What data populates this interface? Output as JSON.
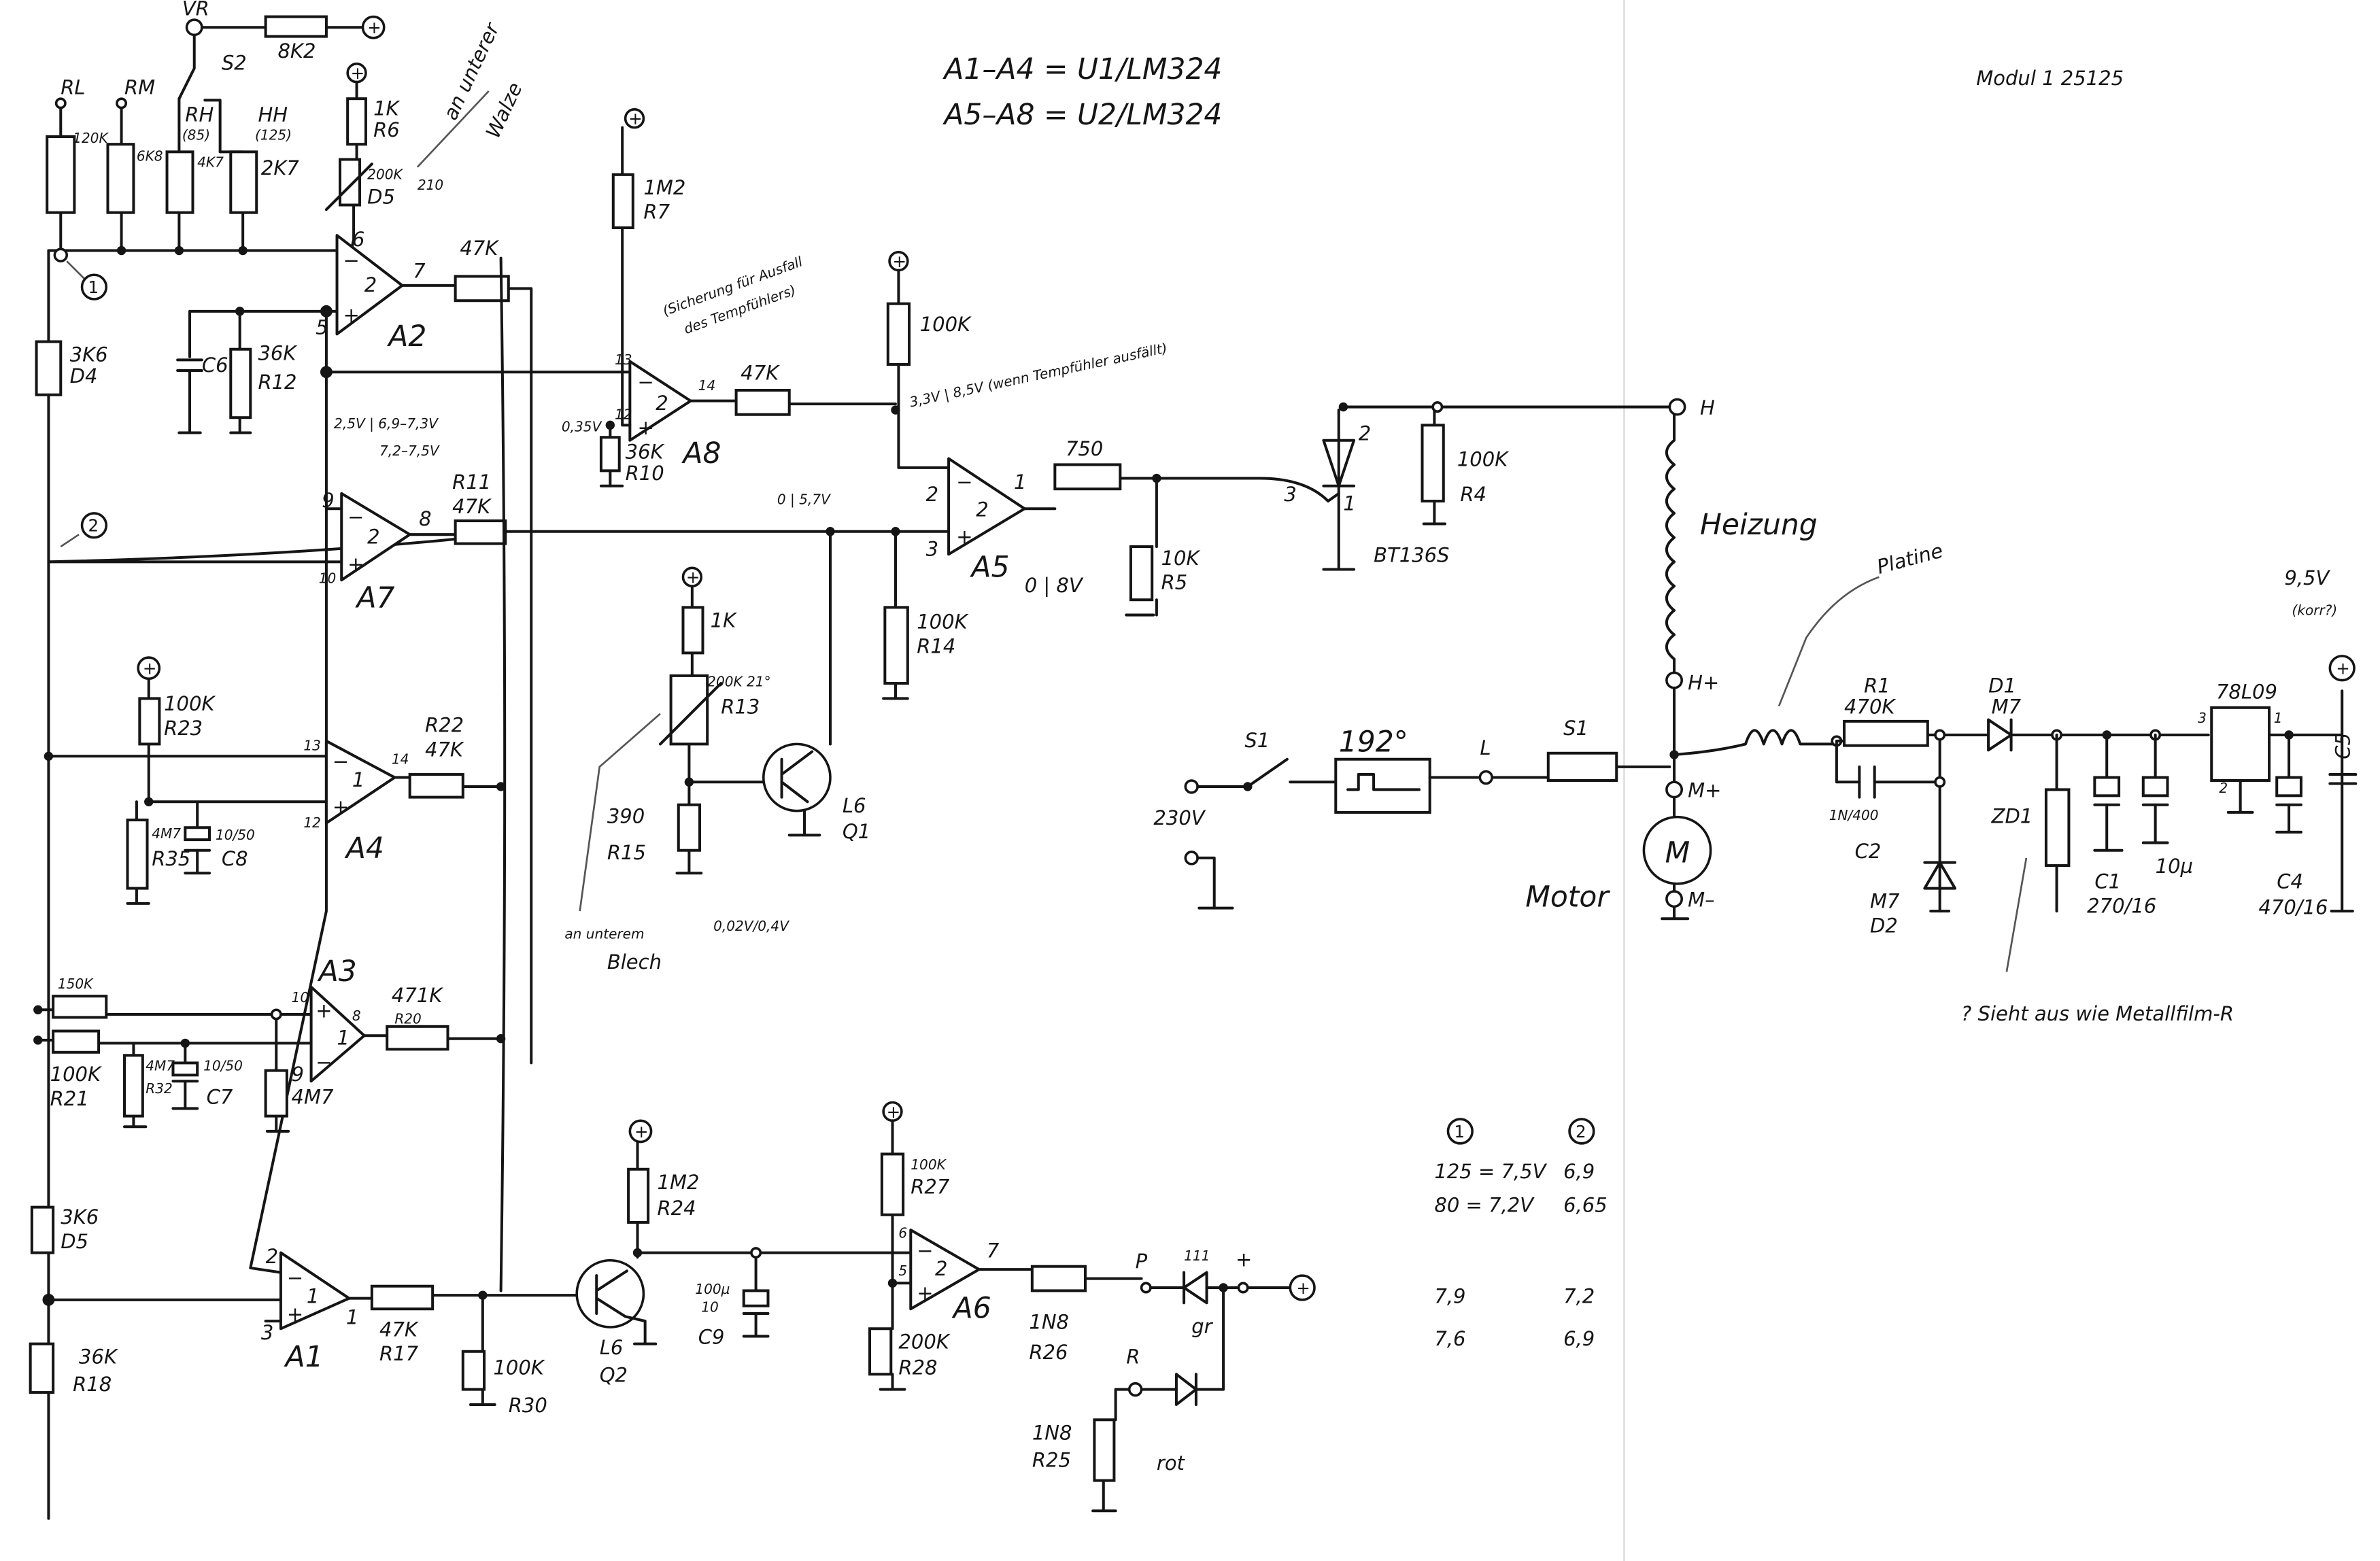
{
  "header": {
    "ic_line1": "A1–A4 = U1/LM324",
    "ic_line2": "A5–A8 = U2/LM324",
    "module": "Modul 1 25125"
  },
  "plus": "+",
  "sensors": {
    "vr": "VR",
    "r_8k2": "8K2",
    "s2": "S2",
    "rl": "RL",
    "rl_val": "120K",
    "rm": "RM",
    "rm_val": "6K8",
    "rh": "RH",
    "rh_sub": "(85)",
    "rh_val": "4K7",
    "hh": "HH",
    "hh_sub": "(125)",
    "hh_val": "2K7",
    "node1": "1",
    "node2": "2",
    "d4_val": "3K6",
    "d4": "D4",
    "r6_val": "1K",
    "r6": "R6",
    "d5pot_val": "200K",
    "d5pot": "D5",
    "d5pot_set": "210",
    "note_walze1": "an unterer",
    "note_walze2": "Walze"
  },
  "a2": {
    "name": "A2",
    "pin_inv": "6",
    "pin_non": "5",
    "pin_out": "7",
    "r_out": "47K",
    "c6": "C6",
    "r12_val": "36K",
    "r12": "R12",
    "volt1": "2,5V | 6,9–7,3V",
    "volt2": "7,2–7,5V"
  },
  "a8": {
    "name": "A8",
    "pin13": "13",
    "pin12": "12",
    "pin14": "14",
    "unit": "2",
    "v_ref": "0,35V",
    "r10_val": "36K",
    "r10": "R10",
    "r7_val": "1M2",
    "r7": "R7",
    "r_out": "47K",
    "note1": "(Sicherung für Ausfall",
    "note2": "des Tempfühlers)"
  },
  "a5": {
    "name": "A5",
    "pin2": "2",
    "pin3": "3",
    "pin1": "1",
    "unit": "2",
    "r_pull": "100K",
    "volt_in": "3,3V | 8,5V (wenn Tempfühler ausfällt)",
    "volt_plus": "0 | 5,7V",
    "volt_out": "0 | 8V",
    "r14_val": "100K",
    "r14": "R14",
    "r_out": "750",
    "r5_val": "10K",
    "r5": "R5"
  },
  "a7": {
    "name": "A7",
    "pin9": "9",
    "pin10": "10",
    "pin8": "8",
    "unit": "2",
    "r11": "R11",
    "r11_val": "47K"
  },
  "triac": {
    "name": "BT136S",
    "pin1": "1",
    "pin2": "2",
    "pin3": "3",
    "r4_val": "100K",
    "r4": "R4"
  },
  "heater": {
    "h": "H",
    "label": "Heizung",
    "hplus": "H+",
    "mplus": "M+",
    "mminus": "M–",
    "motor_symbol": "M",
    "motor_label": "Motor"
  },
  "mains": {
    "v230": "230V",
    "s1": "S1",
    "thermo": "192°",
    "l": "L",
    "fuse": "S1"
  },
  "supply": {
    "platine": "Platine",
    "r1": "R1",
    "r1_val": "470K",
    "d1": "D1",
    "d1_val": "M7",
    "c2_val": "1N/400",
    "c2": "C2",
    "d2_val": "M7",
    "d2": "D2",
    "zd1": "ZD1",
    "c1": "C1",
    "c1_val": "270/16",
    "c3_val": "10µ",
    "reg": "78L09",
    "reg_pin3": "3",
    "reg_pin1": "1",
    "reg_pin2": "2",
    "c4": "C4",
    "c4_val": "470/16",
    "c5": "C5",
    "vout": "9,5V",
    "vout_note": "(korr?)",
    "note": "? Sieht aus wie Metallfilm-R"
  },
  "q1": {
    "plus_r": "1K",
    "r13_val": "200K 21°",
    "r13": "R13",
    "r15_val": "390",
    "r15": "R15",
    "type": "L6",
    "name": "Q1",
    "note1": "an unterem",
    "note2": "Blech",
    "volts": "0,02V/0,4V"
  },
  "a4": {
    "name": "A4",
    "pin13": "13",
    "pin12": "12",
    "pin14": "14",
    "unit": "1",
    "r23_val": "100K",
    "r23": "R23",
    "r35_val": "4M7",
    "r35": "R35",
    "c8_val": "10/50",
    "c8": "C8",
    "r22": "R22",
    "r22_val": "47K"
  },
  "a3": {
    "name": "A3",
    "pin10": "10",
    "pin9": "9",
    "pin8": "8",
    "unit": "1",
    "r_top": "150K",
    "r21_val": "100K",
    "r21": "R21",
    "r32_val": "4M7",
    "r32": "R32",
    "c7_val": "10/50",
    "c7": "C7",
    "r_gnd": "4M7",
    "r20_val": "471K",
    "r20": "R20"
  },
  "a1": {
    "name": "A1",
    "pin2": "2",
    "pin3": "3",
    "pin1": "1",
    "unit": "1",
    "d5_val": "3K6",
    "d5": "D5",
    "r18_val": "36K",
    "r18": "R18",
    "r17_val": "47K",
    "r17": "R17",
    "r30_val": "100K",
    "r30": "R30"
  },
  "q2": {
    "type": "L6",
    "name": "Q2",
    "r24_val": "1M2",
    "r24": "R24",
    "c9_val1": "100µ",
    "c9_val2": "10",
    "c9": "C9"
  },
  "a6": {
    "name": "A6",
    "pin6": "6",
    "pin5": "5",
    "pin7": "7",
    "unit": "2",
    "r27_val": "100K",
    "r27": "R27",
    "r28_val": "200K",
    "r28": "R28",
    "r26_val": "1N8",
    "r26": "R26",
    "p": "P",
    "led_gn_top": "111",
    "led_gn": "gr",
    "term_plus": "+",
    "r": "R",
    "led_rt": "rot",
    "r25_val": "1N8",
    "r25": "R25"
  },
  "table": {
    "col1": "1",
    "col2": "2",
    "rows": [
      {
        "a": "125 = 7,5V",
        "b": "6,9"
      },
      {
        "a": "80 = 7,2V",
        "b": "6,65"
      },
      {
        "a": "7,9",
        "b": "7,2"
      },
      {
        "a": "7,6",
        "b": "6,9"
      }
    ]
  }
}
